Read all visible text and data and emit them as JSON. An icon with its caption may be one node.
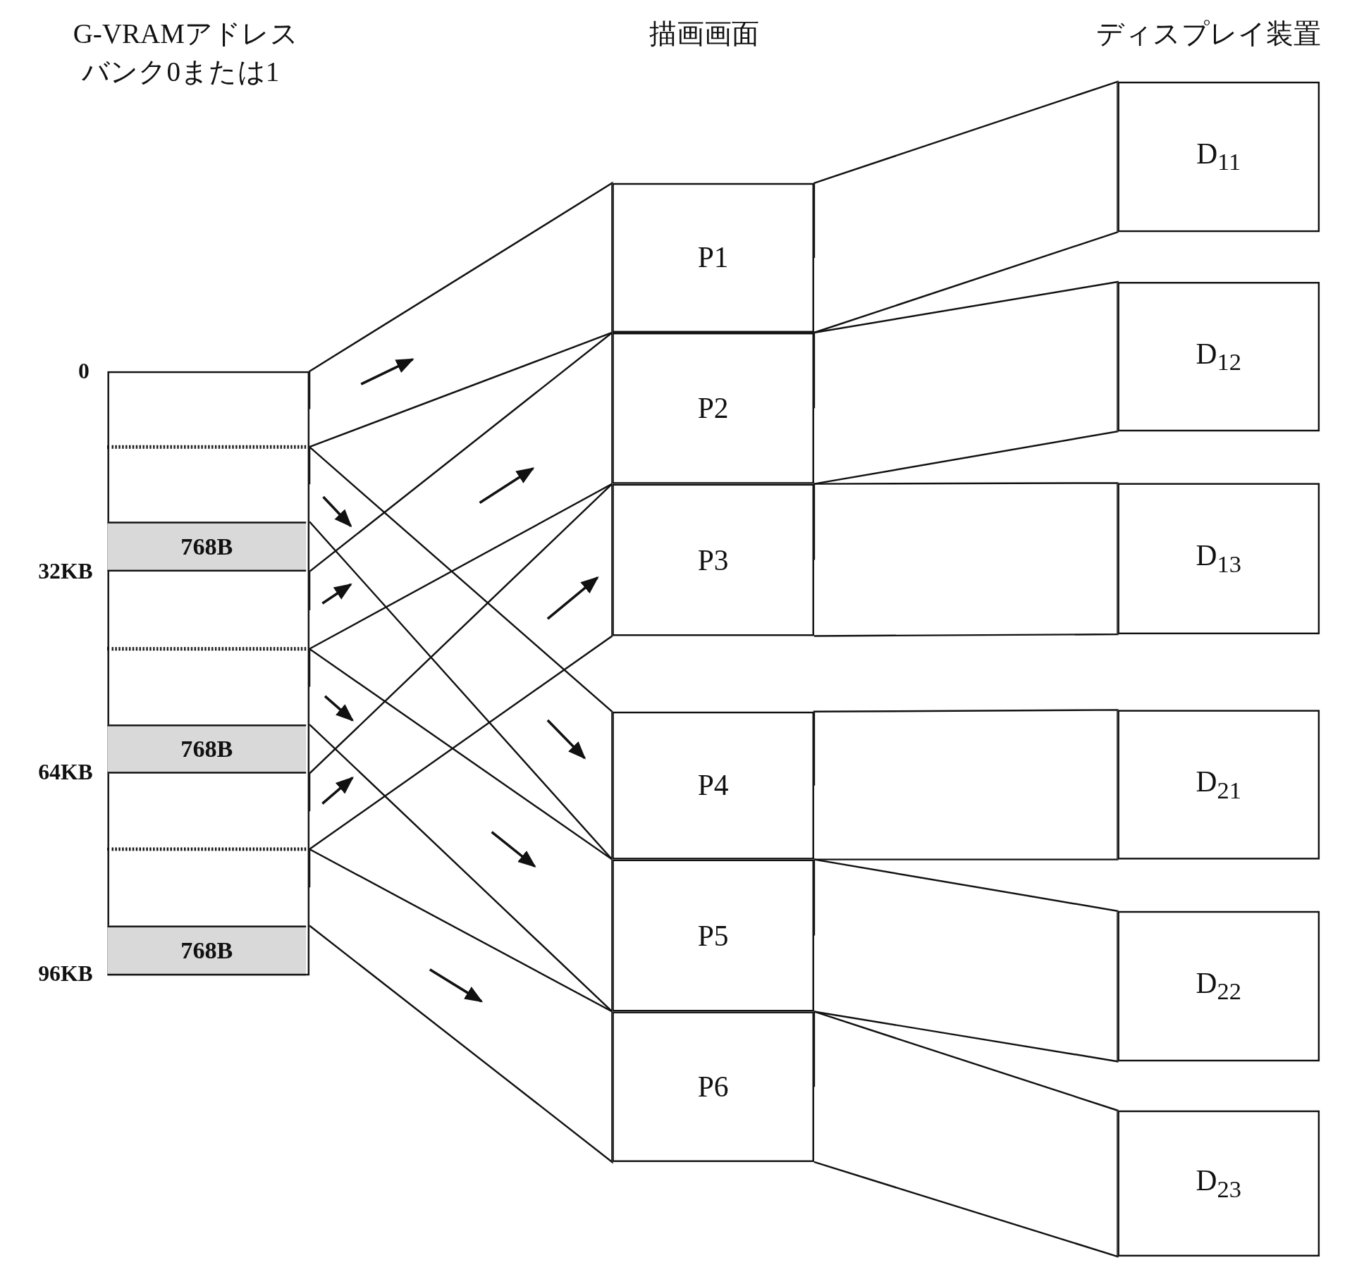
{
  "diagram": {
    "nodes": [
      {
        "text": [],
        "shape": "box"
      },
      {
        "text": [],
        "shape": "box",
        "in": 0
      },
      {
        "text": [],
        "shape": "box",
        "in": 0
      },
      {
        "text": [
          "768B"
        ],
        "in": 0
      },
      {
        "text": [],
        "shape": "box",
        "in": 0
      },
      {
        "text": [],
        "shape": "box",
        "in": 0
      },
      {
        "text": [
          "768B"
        ],
        "in": 0
      },
      {
        "text": [],
        "shape": "box",
        "in": 0
      },
      {
        "text": [],
        "shape": "box",
        "in": 0
      },
      {
        "text": [
          "768B"
        ],
        "in": 0
      },
      {
        "text": [
          "P1"
        ]
      },
      {
        "text": [
          "P2"
        ]
      },
      {
        "text": [
          "P3"
        ]
      },
      {
        "text": [
          "P4"
        ]
      },
      {
        "text": [
          "P5"
        ]
      },
      {
        "text": [
          "P6"
        ]
      },
      {
        "text": [
          "D$_{11}$"
        ]
      },
      {
        "text": [
          "D$_{12}$"
        ]
      },
      {
        "text": [
          "D$_{13}$"
        ]
      },
      {
        "text": [
          "D$_{21}$"
        ]
      },
      {
        "text": [
          "D$_{22}$"
        ]
      },
      {
        "text": [
          "D$_{23}$"
        ]
      }
    ],
    "edges": [
      {
        "from": 1,
        "to": 10,
        "arrow": "none"
      },
      {
        "from": 2,
        "to": 13,
        "arrow": "none"
      },
      {
        "from": 4,
        "to": 11,
        "arrow": "none"
      },
      {
        "from": 5,
        "to": 14,
        "arrow": "none"
      },
      {
        "from": 7,
        "to": 12,
        "arrow": "none"
      },
      {
        "from": 8,
        "to": 15,
        "arrow": "none"
      },
      {
        "from": 10,
        "to": 16,
        "arrow": "none"
      },
      {
        "from": 11,
        "to": 17,
        "arrow": "none"
      },
      {
        "from": 12,
        "to": 18,
        "arrow": "none"
      },
      {
        "from": 13,
        "to": 19,
        "arrow": "none"
      },
      {
        "from": 14,
        "to": 20,
        "arrow": "none"
      },
      {
        "from": 15,
        "to": 21,
        "arrow": "none"
      }
    ],
    "labels": [
      "G-VRAMアドレス",
      "バンク0または1",
      "描画画面",
      "ディスプレイ装置",
      "0",
      "32KB",
      "64KB",
      "96KB"
    ]
  }
}
